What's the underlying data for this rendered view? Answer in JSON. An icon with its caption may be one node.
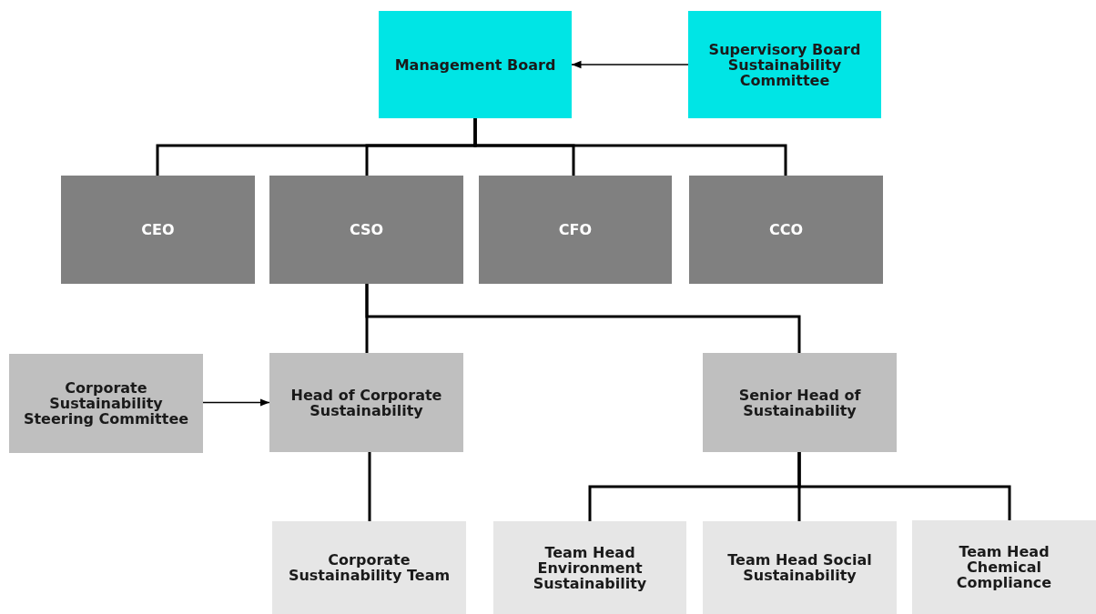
{
  "diagram": {
    "nodes": [
      {
        "text": [
          "Management Board"
        ]
      },
      {
        "text": [
          "Supervisory Board Sustainability Committee"
        ]
      },
      {
        "text": [
          "CEO"
        ]
      },
      {
        "text": [
          "CSO"
        ]
      },
      {
        "text": [
          "CFO"
        ]
      },
      {
        "text": [
          "CCO"
        ]
      },
      {
        "text": [
          "Corporate Sustainability Steering Committee"
        ]
      },
      {
        "text": [
          "Head of Corporate Sustainability"
        ]
      },
      {
        "text": [
          "Senior Head of Sustainability"
        ]
      },
      {
        "text": [
          "Corporate Sustainability Team"
        ]
      },
      {
        "text": [
          "Team Head Environment Sustainability"
        ]
      },
      {
        "text": [
          "Team Head Social Sustainability"
        ]
      },
      {
        "text": [
          "Team Head Chemical Compliance"
        ]
      }
    ],
    "edges": [
      {
        "from": 1,
        "to": 0,
        "arrow": "to"
      },
      {
        "from": 0,
        "to": 2,
        "arrow": "none"
      },
      {
        "from": 0,
        "to": 3,
        "arrow": "none"
      },
      {
        "from": 0,
        "to": 4,
        "arrow": "none"
      },
      {
        "from": 0,
        "to": 5,
        "arrow": "none"
      },
      {
        "from": 3,
        "to": 7,
        "arrow": "none"
      },
      {
        "from": 3,
        "to": 8,
        "arrow": "none"
      },
      {
        "from": 6,
        "to": 7,
        "arrow": "to"
      },
      {
        "from": 7,
        "to": 9,
        "arrow": "none"
      },
      {
        "from": 8,
        "to": 10,
        "arrow": "none"
      },
      {
        "from": 8,
        "to": 11,
        "arrow": "none"
      },
      {
        "from": 8,
        "to": 12,
        "arrow": "none"
      }
    ]
  }
}
